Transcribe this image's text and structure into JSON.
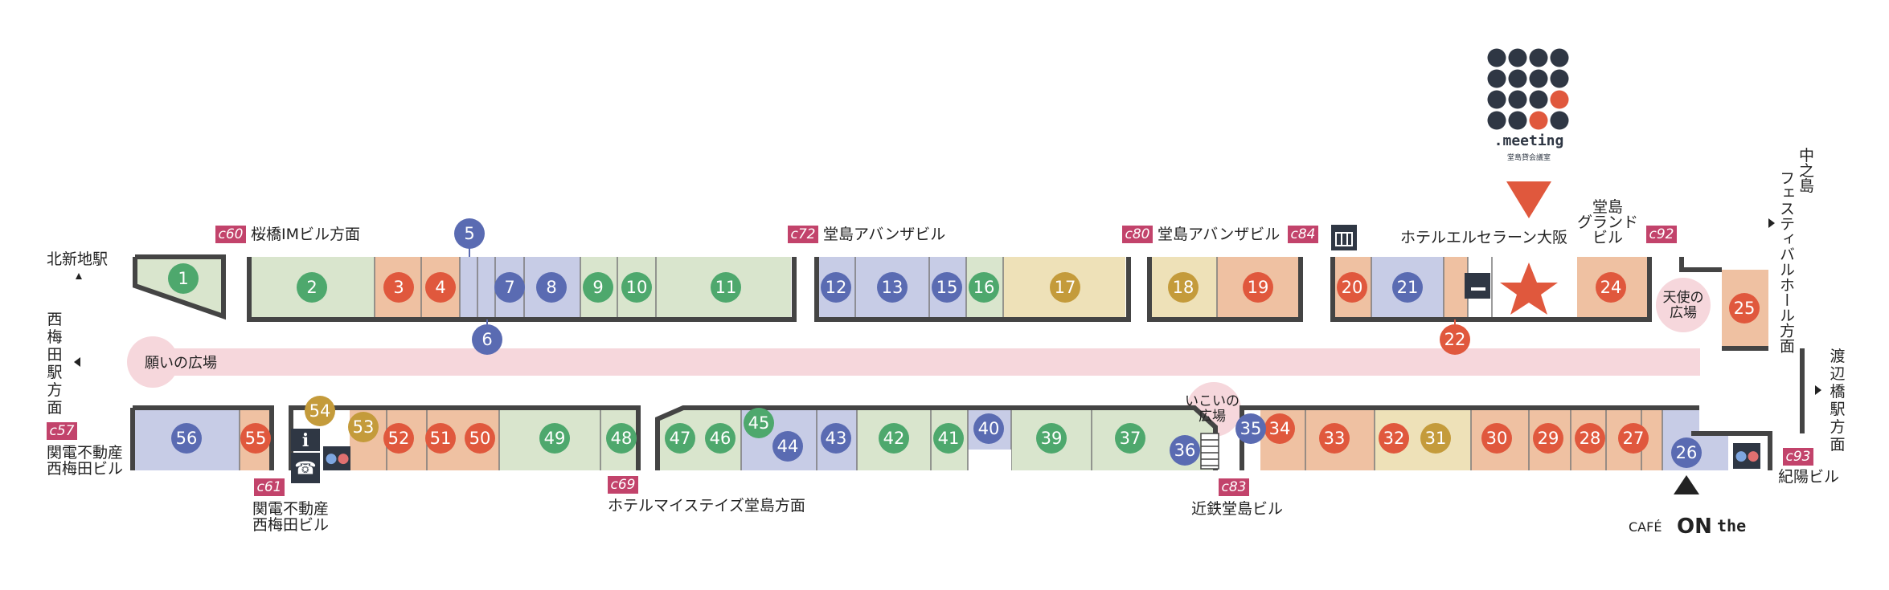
{
  "colors": {
    "green": "#4ea86d",
    "green_fill": "#d9e5cd",
    "red": "#e0583d",
    "red_fill": "#efc1a2",
    "blue": "#5a6bb2",
    "blue_fill": "#c7cce6",
    "gold": "#c49b3b",
    "gold_fill": "#eee1b8",
    "exit": "#c2436b",
    "wall": "#444444",
    "plaza": "#f6d7dc",
    "dark": "#2f3744"
  },
  "directions": {
    "kitashinchi": "北新地駅",
    "nishiumeda": [
      "西",
      "梅",
      "田",
      "駅",
      "方",
      "面"
    ],
    "nakanoshima": [
      "中之島",
      "フェスティバルホール方面"
    ],
    "watanabebashi": [
      "渡",
      "辺",
      "橋",
      "駅",
      "方",
      "面"
    ]
  },
  "exits": {
    "c57": "c57",
    "c60": "c60",
    "c61": "c61",
    "c69": "c69",
    "c72": "c72",
    "c80": "c80",
    "c83": "c83",
    "c84": "c84",
    "c92": "c92",
    "c93": "c93"
  },
  "buildings": {
    "sakurabashi": "桜橋IMビル方面",
    "kanden_left": [
      "関電不動産",
      "西梅田ビル"
    ],
    "kanden_bottom": [
      "関電不動産",
      "西梅田ビル"
    ],
    "hotel_mystays": "ホテルマイステイズ堂島方面",
    "avanza_1": "堂島アバンザビル",
    "avanza_2": "堂島アバンザビル",
    "hotel_elcerran": "ホテルエルセラーン大阪",
    "dojima_grand": [
      "堂島",
      "グランド",
      "ビル"
    ],
    "kintetsu": "近鉄堂島ビル",
    "kiyo": "紀陽ビル"
  },
  "plazas": {
    "negai": "願いの広場",
    "ikoi": [
      "いこいの",
      "広場"
    ],
    "tenshi": [
      "天使の",
      "広場"
    ]
  },
  "brand": {
    "meeting": ".meeting",
    "meeting_sub": "堂島貸会議室",
    "cafe": "CAFÉ",
    "cafe_on": "ON",
    "cafe_the": "the"
  },
  "shops": [
    {
      "num": "1",
      "color": "green"
    },
    {
      "num": "2",
      "color": "green"
    },
    {
      "num": "3",
      "color": "red"
    },
    {
      "num": "4",
      "color": "red"
    },
    {
      "num": "5",
      "color": "blue"
    },
    {
      "num": "6",
      "color": "blue"
    },
    {
      "num": "7",
      "color": "blue"
    },
    {
      "num": "8",
      "color": "blue"
    },
    {
      "num": "9",
      "color": "green"
    },
    {
      "num": "10",
      "color": "green"
    },
    {
      "num": "11",
      "color": "green"
    },
    {
      "num": "12",
      "color": "blue"
    },
    {
      "num": "13",
      "color": "blue"
    },
    {
      "num": "15",
      "color": "blue"
    },
    {
      "num": "16",
      "color": "green"
    },
    {
      "num": "17",
      "color": "gold"
    },
    {
      "num": "18",
      "color": "gold"
    },
    {
      "num": "19",
      "color": "red"
    },
    {
      "num": "20",
      "color": "red"
    },
    {
      "num": "21",
      "color": "blue"
    },
    {
      "num": "22",
      "color": "red"
    },
    {
      "num": "24",
      "color": "red"
    },
    {
      "num": "25",
      "color": "red"
    },
    {
      "num": "26",
      "color": "blue"
    },
    {
      "num": "27",
      "color": "red"
    },
    {
      "num": "28",
      "color": "red"
    },
    {
      "num": "29",
      "color": "red"
    },
    {
      "num": "30",
      "color": "red"
    },
    {
      "num": "31",
      "color": "gold"
    },
    {
      "num": "32",
      "color": "red"
    },
    {
      "num": "33",
      "color": "red"
    },
    {
      "num": "34",
      "color": "red"
    },
    {
      "num": "35",
      "color": "blue"
    },
    {
      "num": "36",
      "color": "blue"
    },
    {
      "num": "37",
      "color": "green"
    },
    {
      "num": "39",
      "color": "green"
    },
    {
      "num": "40",
      "color": "blue"
    },
    {
      "num": "41",
      "color": "green"
    },
    {
      "num": "42",
      "color": "green"
    },
    {
      "num": "43",
      "color": "blue"
    },
    {
      "num": "44",
      "color": "blue"
    },
    {
      "num": "45",
      "color": "green"
    },
    {
      "num": "46",
      "color": "green"
    },
    {
      "num": "47",
      "color": "green"
    },
    {
      "num": "48",
      "color": "green"
    },
    {
      "num": "49",
      "color": "green"
    },
    {
      "num": "50",
      "color": "red"
    },
    {
      "num": "51",
      "color": "red"
    },
    {
      "num": "52",
      "color": "red"
    },
    {
      "num": "53",
      "color": "gold"
    },
    {
      "num": "54",
      "color": "gold"
    },
    {
      "num": "55",
      "color": "red"
    },
    {
      "num": "56",
      "color": "blue"
    }
  ],
  "icons": [
    "information-icon",
    "telephone-icon",
    "restroom-icon",
    "smoking-area-icon",
    "elevator-icon",
    "star-icon",
    "stairs-icon"
  ]
}
